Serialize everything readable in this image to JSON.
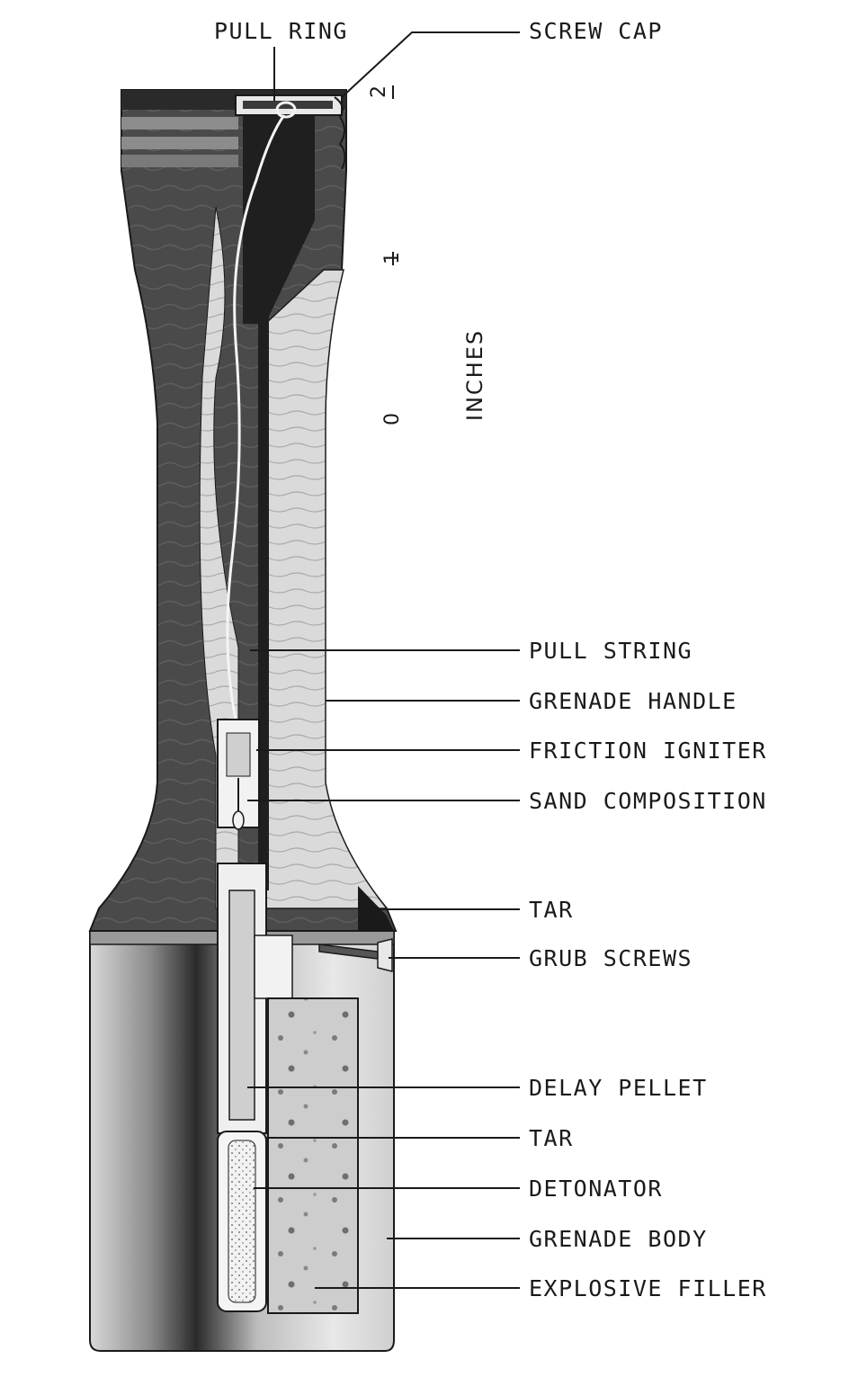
{
  "labels": {
    "pull_ring": "PULL RING",
    "screw_cap": "SCREW CAP",
    "pull_string": "PULL STRING",
    "grenade_handle": "GRENADE HANDLE",
    "friction_igniter": "FRICTION IGNITER",
    "sand_composition": "SAND COMPOSITION",
    "tar_upper": "TAR",
    "grub_screws": "GRUB SCREWS",
    "delay_pellet": "DELAY PELLET",
    "tar_lower": "TAR",
    "detonator": "DETONATOR",
    "grenade_body": "GRENADE BODY",
    "explosive_filler": "EXPLOSIVE FILLER"
  },
  "scale": {
    "unit": "INCHES",
    "ticks": [
      "0",
      "1",
      "2"
    ]
  },
  "colors": {
    "ink": "#1a1a1a",
    "wood_dark": "#3c3c3c",
    "wood_light": "#d9d9d9",
    "filler": "#c8c8c8"
  }
}
